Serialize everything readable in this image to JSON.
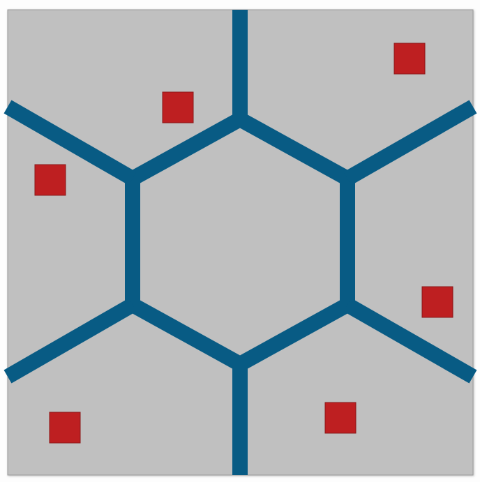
{
  "colors": {
    "page_background": "#fdfdfd",
    "board_fill": "#c0c0c0",
    "board_border": "#9a9a9a",
    "wall": "#085b84",
    "marker": "#be1f21",
    "marker_border": "#8a1719"
  },
  "diagram": {
    "shape": "square board partitioned by a central hexagon and six radiating walls",
    "regions": [
      {
        "id": "center",
        "has_marker": false
      },
      {
        "id": "top-left",
        "has_marker": true
      },
      {
        "id": "top-right",
        "has_marker": true
      },
      {
        "id": "left",
        "has_marker": true
      },
      {
        "id": "right",
        "has_marker": true
      },
      {
        "id": "bottom-left",
        "has_marker": true
      },
      {
        "id": "bottom-right",
        "has_marker": true
      }
    ]
  }
}
